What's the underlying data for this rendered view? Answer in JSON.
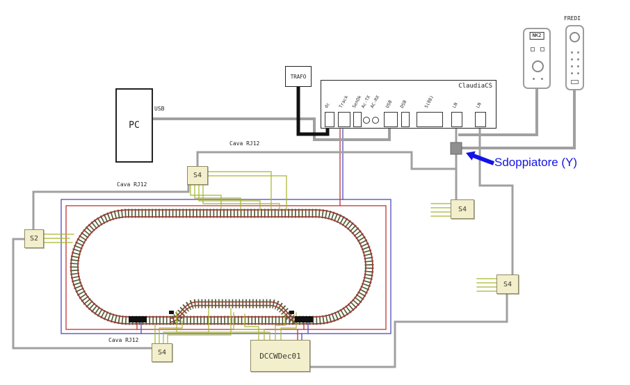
{
  "diagram": {
    "pc_label": "PC",
    "usb_label": "USB",
    "trafo_label": "TRAFO",
    "command_station": {
      "title": "ClaudiaCS",
      "ports": [
        {
          "label": "dc"
        },
        {
          "label": "Track"
        },
        {
          "label": "SenOk"
        },
        {
          "label": "Ac-TX"
        },
        {
          "label": "AC-RX"
        },
        {
          "label": "USB"
        },
        {
          "label": "DSB"
        },
        {
          "label": "S(88)"
        },
        {
          "label": "LN"
        },
        {
          "label": "LN"
        }
      ]
    },
    "throttle_nk2_label": "NK2",
    "throttle_fredi_label": "FREDI",
    "splitter_label": "Sdoppiatore (Y)",
    "cable_labels": {
      "top": "Cava RJ12",
      "left": "Cava RJ12",
      "bottom": "Cava RJ12"
    },
    "module_s4_label": "S4",
    "module_s2_label": "S2",
    "decoder_label": "DCCWDec01"
  },
  "colors": {
    "annotation_blue": "#1313e8",
    "wire_gray": "#a0a0a0",
    "wire_black": "#111111",
    "wire_red": "#c03232",
    "wire_blue": "#4a4ac0",
    "wire_green": "#a8b42a",
    "rail_red": "#993b33",
    "ties_green": "#4f5f38",
    "module_fill": "#f3efcd"
  }
}
